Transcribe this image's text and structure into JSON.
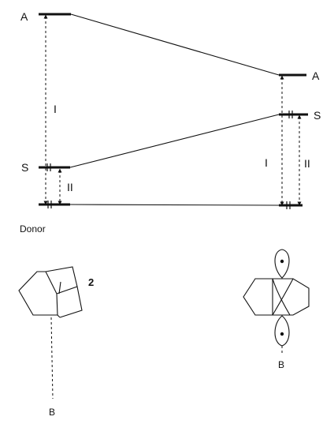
{
  "diagram": {
    "left_levels": {
      "A_label": "A",
      "S_label": "S",
      "I_label": "I",
      "II_label": "II"
    },
    "right_levels": {
      "A_label": "A",
      "S_label": "S",
      "I_label": "I",
      "II_label": "II"
    },
    "donor_label": "Donor",
    "compound_number": "2",
    "left_B_label": "B",
    "right_B_label": "B"
  }
}
